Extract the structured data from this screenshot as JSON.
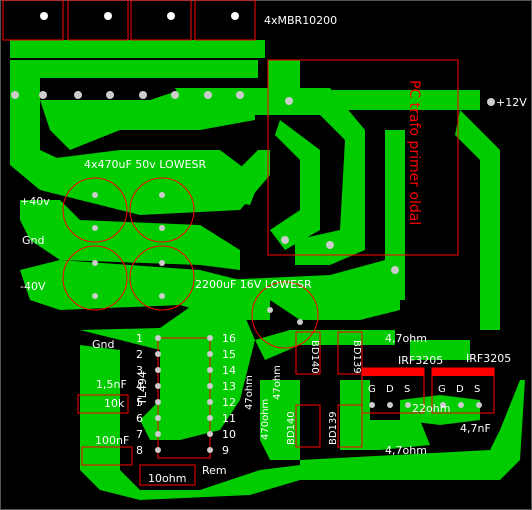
{
  "colors": {
    "background": "#000000",
    "copper": "#00cc00",
    "outline": "#ff0000",
    "pad": "#cccccc",
    "text": "#ffffff"
  },
  "labels": {
    "diodes": "4xMBR10200",
    "v12": "+12V",
    "caps": "4x470uF 50v LOWESR",
    "v40p": "+40v",
    "gnd_left": "Gnd",
    "v40n": "-40V",
    "cap2200": "2200uF 16V LOWESR",
    "gnd_ic": "Gnd",
    "c1n5": "1,5nF",
    "r10k": "10k",
    "c100n": "100nF",
    "r10ohm": "10ohm",
    "rem": "Rem",
    "ic": "TL494",
    "r47a": "47ohm",
    "r47b": "47ohm",
    "r47c": "470ohm",
    "bd140a": "BD140",
    "bd139a": "BD139",
    "bd140b": "BD140",
    "bd139b": "BD139",
    "r4_7a": "4,7ohm",
    "r4_7b": "4,7ohm",
    "irf1": "IRF3205",
    "irf2": "IRF3205",
    "r22": "22ohm",
    "c4_7n": "4,7nF",
    "transformer": "PC trafo primer oldal"
  },
  "pins_left": [
    "1",
    "2",
    "3",
    "4",
    "5",
    "6",
    "7",
    "8"
  ],
  "pins_right": [
    "16",
    "15",
    "14",
    "13",
    "12",
    "11",
    "10",
    "9"
  ],
  "mosfet_pins": [
    "G",
    "D",
    "S"
  ]
}
